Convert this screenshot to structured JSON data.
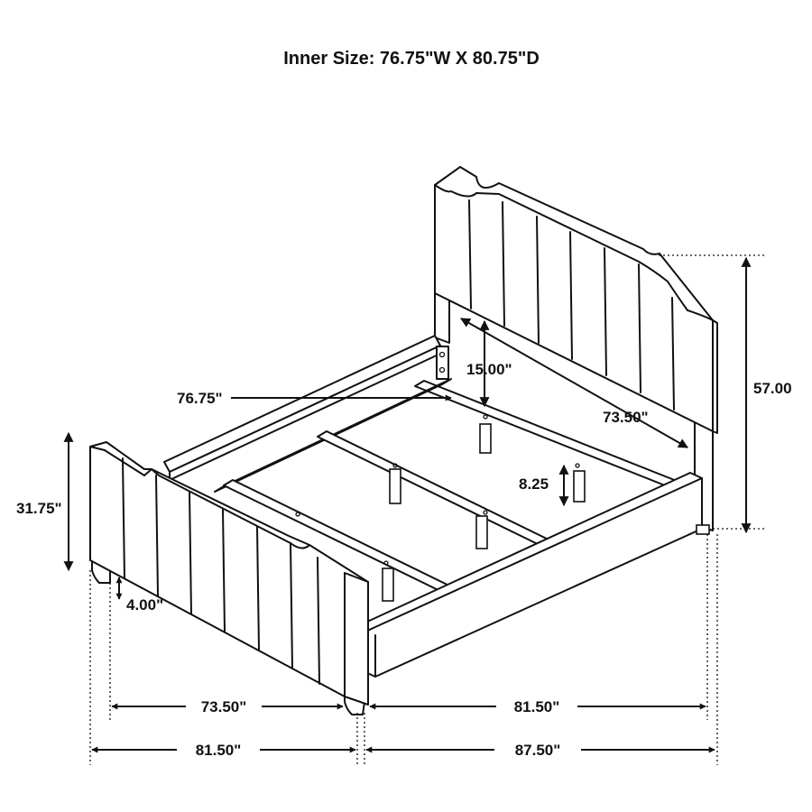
{
  "title": "Inner Size: 76.75\"W X 80.75\"D",
  "dimensions": {
    "headboard_height": "57.00",
    "footboard_height": "31.75\"",
    "leg_height": "4.00\"",
    "headboard_panel_height": "15.00\"",
    "inner_width_callout": "76.75\"",
    "headboard_inner_width": "73.50\"",
    "slat_leg_height": "8.25",
    "footboard_inner_width": "73.50\"",
    "footboard_width": "81.50\"",
    "inner_length": "81.50\"",
    "overall_length": "87.50\""
  }
}
